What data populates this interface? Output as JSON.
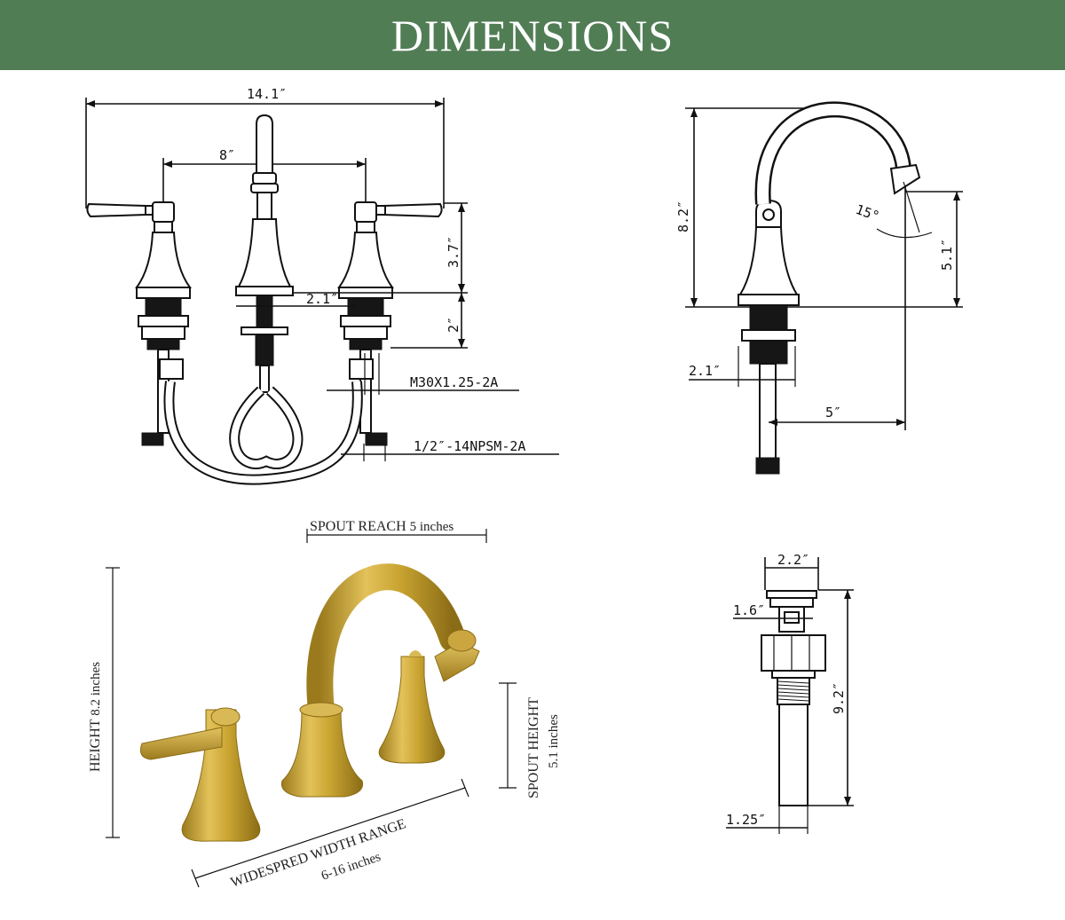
{
  "title": "DIMENSIONS",
  "front_view": {
    "overall_width": "14.1″",
    "center_spread": "8″",
    "handle_height": "3.7″",
    "mount_thickness": "2″",
    "base_diameter": "2.1″",
    "thread_spec": "M30X1.25-2A",
    "hose_connector": "1/2″-14NPSM-2A"
  },
  "side_view": {
    "total_height": "8.2″",
    "spout_height": "5.1″",
    "spout_angle": "15°",
    "base_diameter": "2.1″",
    "spout_reach": "5″"
  },
  "photo_labels": {
    "spout_reach_label": "SPOUT REACH",
    "spout_reach_value": "5 inches",
    "height_label": "HEIGHT",
    "height_value": "8.2 inches",
    "spout_height_label": "SPOUT HEIGHT",
    "spout_height_value": "5.1 inches",
    "width_label": "WIDESPRED WIDTH RANGE",
    "width_value": "6-16 inches"
  },
  "drain_view": {
    "top_diameter": "2.2″",
    "body_diameter": "1.6″",
    "total_length": "9.2″",
    "tail_diameter": "1.25″"
  },
  "colors": {
    "banner": "#517d55",
    "gold": "#c9a431"
  }
}
